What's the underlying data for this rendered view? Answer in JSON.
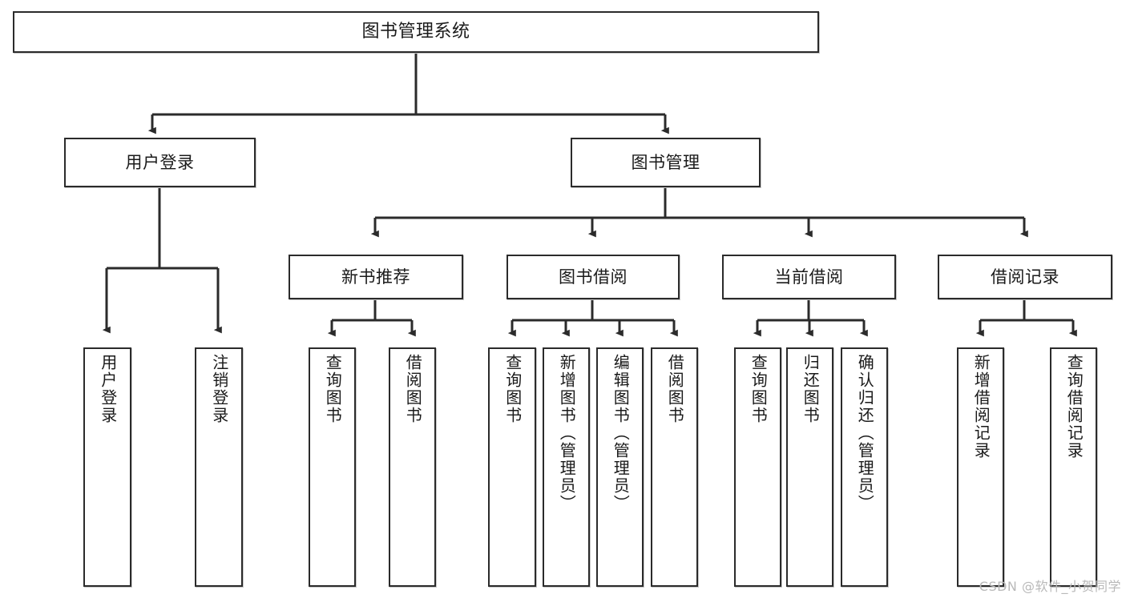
{
  "diagram": {
    "title": "图书管理系统",
    "type": "tree",
    "orientation": "top-down",
    "stroke_color": "#2b2b2b",
    "fill_color": "#ffffff",
    "text_color": "#1a1a1a",
    "background": "#ffffff"
  },
  "nodes": {
    "root": {
      "label": "图书管理系统",
      "level": 0
    },
    "level1": [
      {
        "id": "user-login",
        "label": "用户登录",
        "level": 1
      },
      {
        "id": "book-manage",
        "label": "图书管理",
        "level": 1
      }
    ],
    "level2": [
      {
        "id": "new-book-recommend",
        "label": "新书推荐",
        "level": 2,
        "parent": "book-manage"
      },
      {
        "id": "book-borrow",
        "label": "图书借阅",
        "level": 2,
        "parent": "book-manage"
      },
      {
        "id": "current-borrow",
        "label": "当前借阅",
        "level": 2,
        "parent": "book-manage"
      },
      {
        "id": "borrow-record",
        "label": "借阅记录",
        "level": 2,
        "parent": "book-manage"
      }
    ],
    "leaves": [
      {
        "id": "leaf-user-login",
        "label": "用户登录",
        "parent": "user-login"
      },
      {
        "id": "leaf-logout-login",
        "label": "注销登录",
        "parent": "user-login"
      },
      {
        "id": "leaf-query-book-1",
        "label": "查询图书",
        "parent": "new-book-recommend"
      },
      {
        "id": "leaf-borrow-book-1",
        "label": "借阅图书",
        "parent": "new-book-recommend"
      },
      {
        "id": "leaf-query-book-2",
        "label": "查询图书",
        "parent": "book-borrow"
      },
      {
        "id": "leaf-add-book",
        "label": "新增图书（管理员）",
        "parent": "book-borrow"
      },
      {
        "id": "leaf-edit-book",
        "label": "编辑图书（管理员）",
        "parent": "book-borrow"
      },
      {
        "id": "leaf-borrow-book-2",
        "label": "借阅图书",
        "parent": "book-borrow"
      },
      {
        "id": "leaf-query-book-3",
        "label": "查询图书",
        "parent": "current-borrow"
      },
      {
        "id": "leaf-return-book",
        "label": "归还图书",
        "parent": "current-borrow"
      },
      {
        "id": "leaf-confirm-return",
        "label": "确认归还（管理员）",
        "parent": "current-borrow"
      },
      {
        "id": "leaf-add-record",
        "label": "新增借阅记录",
        "parent": "borrow-record"
      },
      {
        "id": "leaf-query-record",
        "label": "查询借阅记录",
        "parent": "borrow-record"
      }
    ]
  },
  "watermark": {
    "text": "CSDN @软件_小贺同学"
  }
}
